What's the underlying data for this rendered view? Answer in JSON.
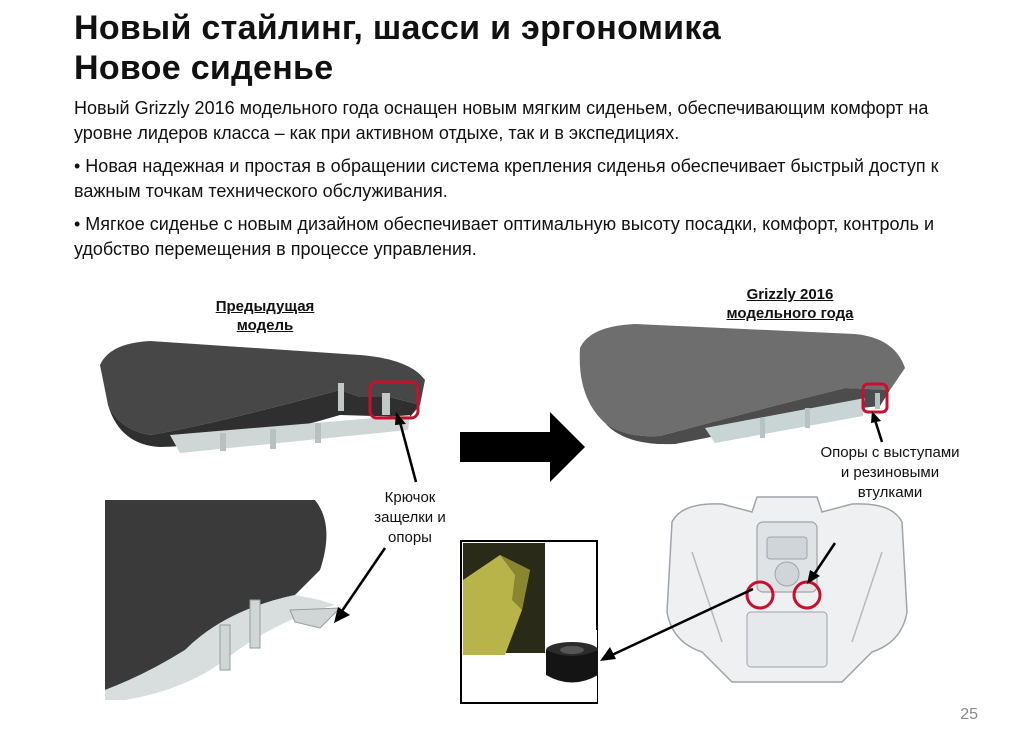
{
  "title_line1": "Новый стайлинг, шасси и эргономика",
  "title_line2": "Новое сиденье",
  "paragraph1": "Новый Grizzly 2016 модельного года оснащен новым мягким сиденьем, обеспечивающим комфорт на уровне лидеров класса – как при активном отдыхе, так и в экспедициях.",
  "bullet1": "• Новая надежная и простая в обращении система крепления сиденья обеспечивает быстрый доступ к важным точкам технического обслуживания.",
  "bullet2": "• Мягкое сиденье с новым дизайном обеспечивает оптимальную высоту посадки, комфорт, контроль и удобство перемещения в процессе управления.",
  "caption_previous_line1": "Предыдущая",
  "caption_previous_line2": "модель",
  "caption_new_line1": "Grizzly 2016",
  "caption_new_line2": "модельного года",
  "label_hook_line1": "Крючок",
  "label_hook_line2": "защелки и",
  "label_hook_line3": "опоры",
  "label_supports_line1": "Опоры с выступами",
  "label_supports_line2": "и резиновыми",
  "label_supports_line3": "втулками",
  "page_number": "25",
  "colors": {
    "highlight_red": "#c8102e",
    "seat_dark": "#3f3f3f",
    "arrow": "#000000"
  }
}
